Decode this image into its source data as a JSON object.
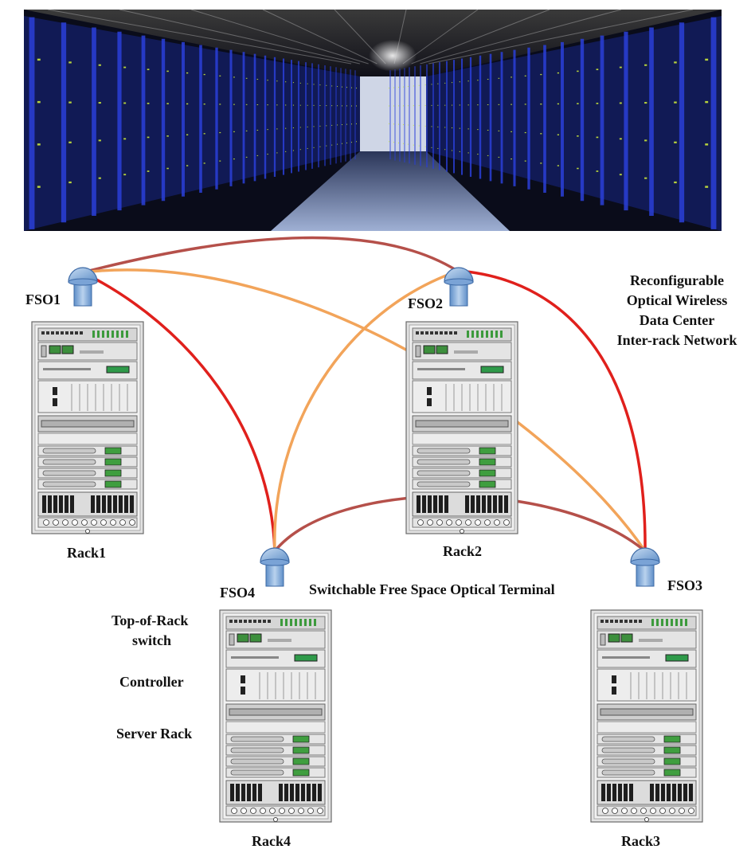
{
  "title_lines": [
    "Reconfigurable",
    "Optical Wireless",
    "Data Center",
    "Inter-rack Network"
  ],
  "terminals": [
    {
      "id": "fso1",
      "label": "FSO1"
    },
    {
      "id": "fso2",
      "label": "FSO2"
    },
    {
      "id": "fso3",
      "label": "FSO3"
    },
    {
      "id": "fso4",
      "label": "FSO4"
    }
  ],
  "racks": [
    {
      "id": "rack1",
      "label": "Rack1"
    },
    {
      "id": "rack2",
      "label": "Rack2"
    },
    {
      "id": "rack3",
      "label": "Rack3"
    },
    {
      "id": "rack4",
      "label": "Rack4"
    }
  ],
  "annotations": {
    "terminal": "Switchable Free Space Optical Terminal",
    "tor_line1": "Top-of-Rack",
    "tor_line2": "switch",
    "controller": "Controller",
    "server_rack": "Server Rack"
  },
  "link_colors": {
    "red": "#e0201c",
    "orange": "#f2a45a",
    "brown": "#b5504a"
  },
  "photo": {
    "description_icon": "data-center-aisle-photo",
    "colors": {
      "rack_blue": "#2a3fd8",
      "led_green": "#c9e83a",
      "floor": "#9aa9c8"
    }
  }
}
